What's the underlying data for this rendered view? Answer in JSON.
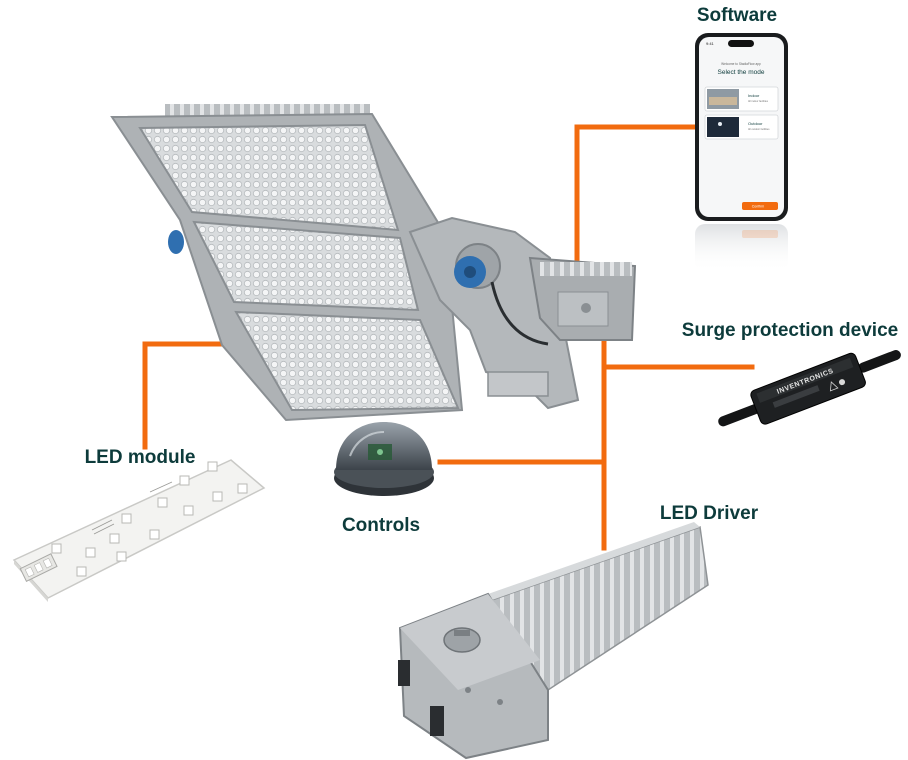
{
  "colors": {
    "connector": "#f26b0f",
    "label_text": "#0d3b3b",
    "metal_light": "#c9ccce",
    "metal_mid": "#a7abae",
    "metal_dark": "#7d8286",
    "accent_blue": "#2f6fb0"
  },
  "labels": {
    "software": "Software",
    "surge_protection_device": "Surge protection device",
    "led_module": "LED module",
    "controls": "Controls",
    "led_driver": "LED Driver"
  },
  "phone": {
    "time": "9:41",
    "welcome": "Welcome to StadiaFlow app",
    "heading": "Select the mode",
    "option_indoor": "Indoor",
    "option_indoor_sub": "All indoor facilities",
    "option_outdoor": "Outdoor",
    "option_outdoor_sub": "All outdoor facilities",
    "confirm": "Confirm"
  },
  "surge_device": {
    "brand": "INVENTRONICS"
  },
  "icons": {
    "floodlight": "floodlight-icon",
    "phone": "smartphone-icon",
    "surge": "surge-protector-icon",
    "led_board": "led-board-icon",
    "sensor": "sensor-dome-icon",
    "driver": "led-driver-icon"
  }
}
